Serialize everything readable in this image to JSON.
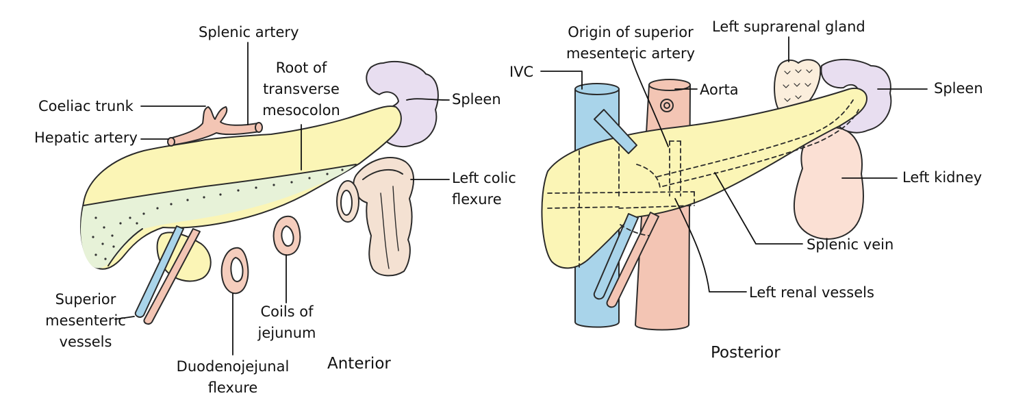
{
  "colors": {
    "pancreas": "#fbf5b6",
    "pancreas_outline": "#2a2a2a",
    "ivc": "#a9d4ea",
    "artery": "#f3c5b4",
    "spleen": "#e8def0",
    "colon": "#f4e1d2",
    "kidney": "#fbe0d4",
    "suprarenal": "#fbeedc",
    "root_band": "#e7f2d8",
    "leader": "#111111"
  },
  "anterior": {
    "view_label": "Anterior",
    "labels": {
      "splenic_artery": "Splenic artery",
      "coeliac_trunk": "Coeliac trunk",
      "hepatic_artery": "Hepatic artery",
      "root_of_mesocolon": [
        "Root of",
        "transverse",
        "mesocolon"
      ],
      "spleen": "Spleen",
      "left_colic_flexure": [
        "Left colic",
        "flexure"
      ],
      "superior_mesenteric_vessels": [
        "Superior",
        "mesenteric",
        "vessels"
      ],
      "duodenojejunal_flexure": [
        "Duodenojejunal",
        "flexure"
      ],
      "coils_of_jejunum": [
        "Coils of",
        "jejunum"
      ]
    }
  },
  "posterior": {
    "view_label": "Posterior",
    "labels": {
      "origin_sma": [
        "Origin of superior",
        "mesenteric artery"
      ],
      "ivc": "IVC",
      "aorta": "Aorta",
      "left_suprarenal_gland": "Left suprarenal gland",
      "spleen": "Spleen",
      "left_kidney": "Left kidney",
      "splenic_vein": "Splenic vein",
      "left_renal_vessels": "Left renal vessels"
    }
  }
}
